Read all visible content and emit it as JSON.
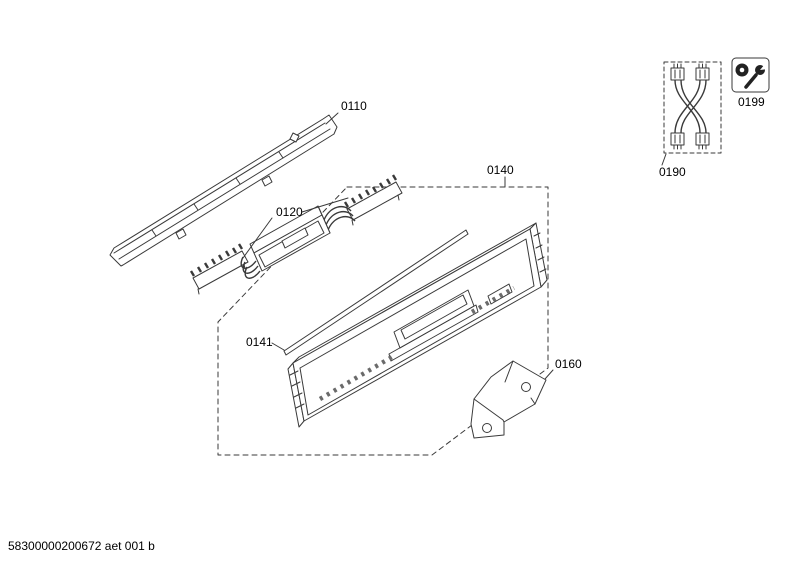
{
  "diagram": {
    "footer_code": "58300000200672 aet 001 b",
    "callouts": {
      "rail": "0110",
      "control_module": "0120",
      "fascia_panel_group": "0140",
      "trim_strip": "0141",
      "bracket": "0160",
      "cable_harness_group": "0190",
      "special_tool": "0199"
    },
    "icons": {
      "special_tool": "wrench-icon"
    },
    "colors": {
      "line": "#3a3a3a",
      "background": "#ffffff"
    }
  }
}
